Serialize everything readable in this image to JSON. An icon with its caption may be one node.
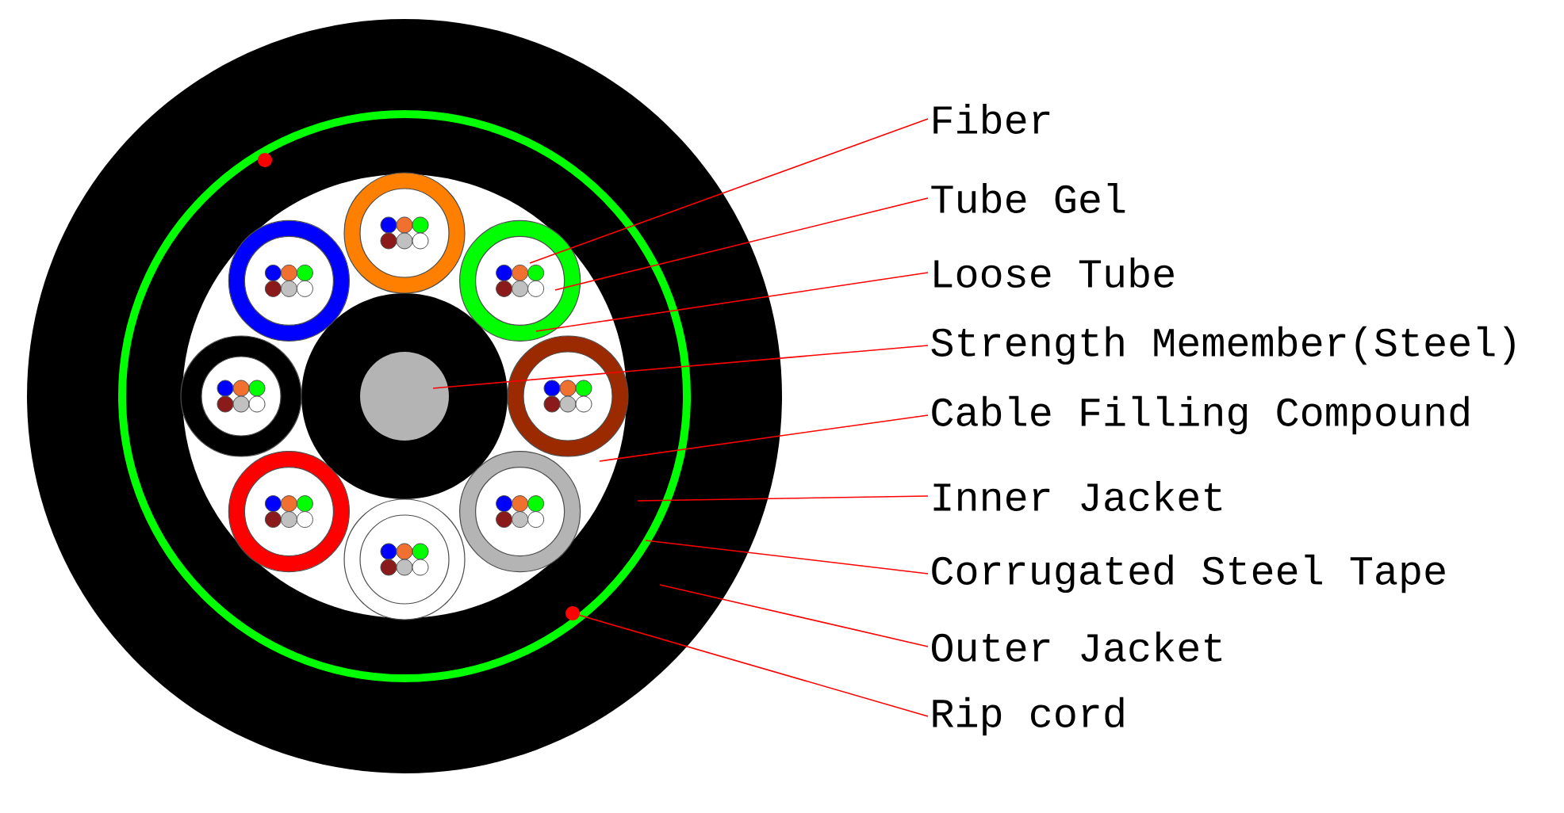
{
  "diagram": {
    "nodes": [
      {
        "text": [
          "Fiber"
        ]
      },
      {
        "text": [
          "Tube Gel"
        ]
      },
      {
        "text": [
          "Loose Tube"
        ]
      },
      {
        "text": [
          "Strength Memember(Steel)"
        ]
      },
      {
        "text": [
          "Cable Filling Compound"
        ]
      },
      {
        "text": [
          "Inner Jacket"
        ]
      },
      {
        "text": [
          "Corrugated Steel Tape"
        ]
      },
      {
        "text": [
          "Outer Jacket"
        ]
      },
      {
        "text": [
          "Rip cord"
        ]
      },
      {
        "text": [],
        "shape": "circle"
      }
    ],
    "edges": [
      {
        "from": 0,
        "to": null,
        "arrow": "none"
      },
      {
        "from": 1,
        "to": null,
        "arrow": "none"
      },
      {
        "from": 2,
        "to": null,
        "arrow": "none"
      },
      {
        "from": 3,
        "to": null,
        "arrow": "none"
      },
      {
        "from": 4,
        "to": null,
        "arrow": "none"
      },
      {
        "from": 5,
        "to": null,
        "arrow": "none"
      },
      {
        "from": 6,
        "to": null,
        "arrow": "none"
      },
      {
        "from": 7,
        "to": null,
        "arrow": "none"
      },
      {
        "from": 8,
        "to": 9,
        "arrow": "none"
      }
    ]
  }
}
